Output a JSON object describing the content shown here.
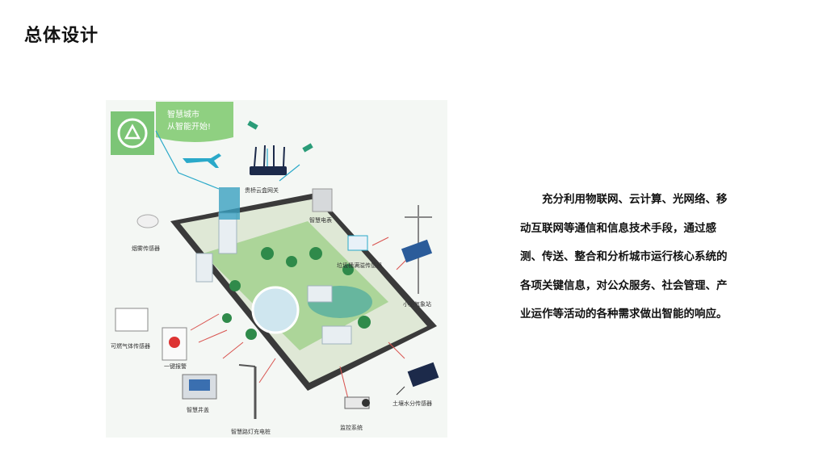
{
  "page": {
    "title": "总体设计"
  },
  "illustration": {
    "banner_line1": "智慧城市",
    "banner_line2": "从智能开始!",
    "labels": {
      "gateway": "贵桥云盒网关",
      "meter": "智慧电表",
      "smoke": "烟雾传感器",
      "garbage": "垃圾桶满溢传感器",
      "weather": "小型气象站",
      "gas": "可燃气体传感器",
      "alarm": "一键报警",
      "manhole": "智慧井盖",
      "streetlight": "智慧路灯充电桩",
      "camera": "监控系统",
      "soil": "土壤水分传感器"
    }
  },
  "description": "充分利用物联网、云计算、光网络、移动互联网等通信和信息技术手段，通过感测、传送、整合和分析城市运行核心系统的各项关键信息，对公众服务、社会管理、产业运作等活动的各种需求做出智能的响应。",
  "colors": {
    "accent_green": "#7cc576",
    "cyan_line": "#2aa9c9",
    "red_line": "#d9534f"
  }
}
